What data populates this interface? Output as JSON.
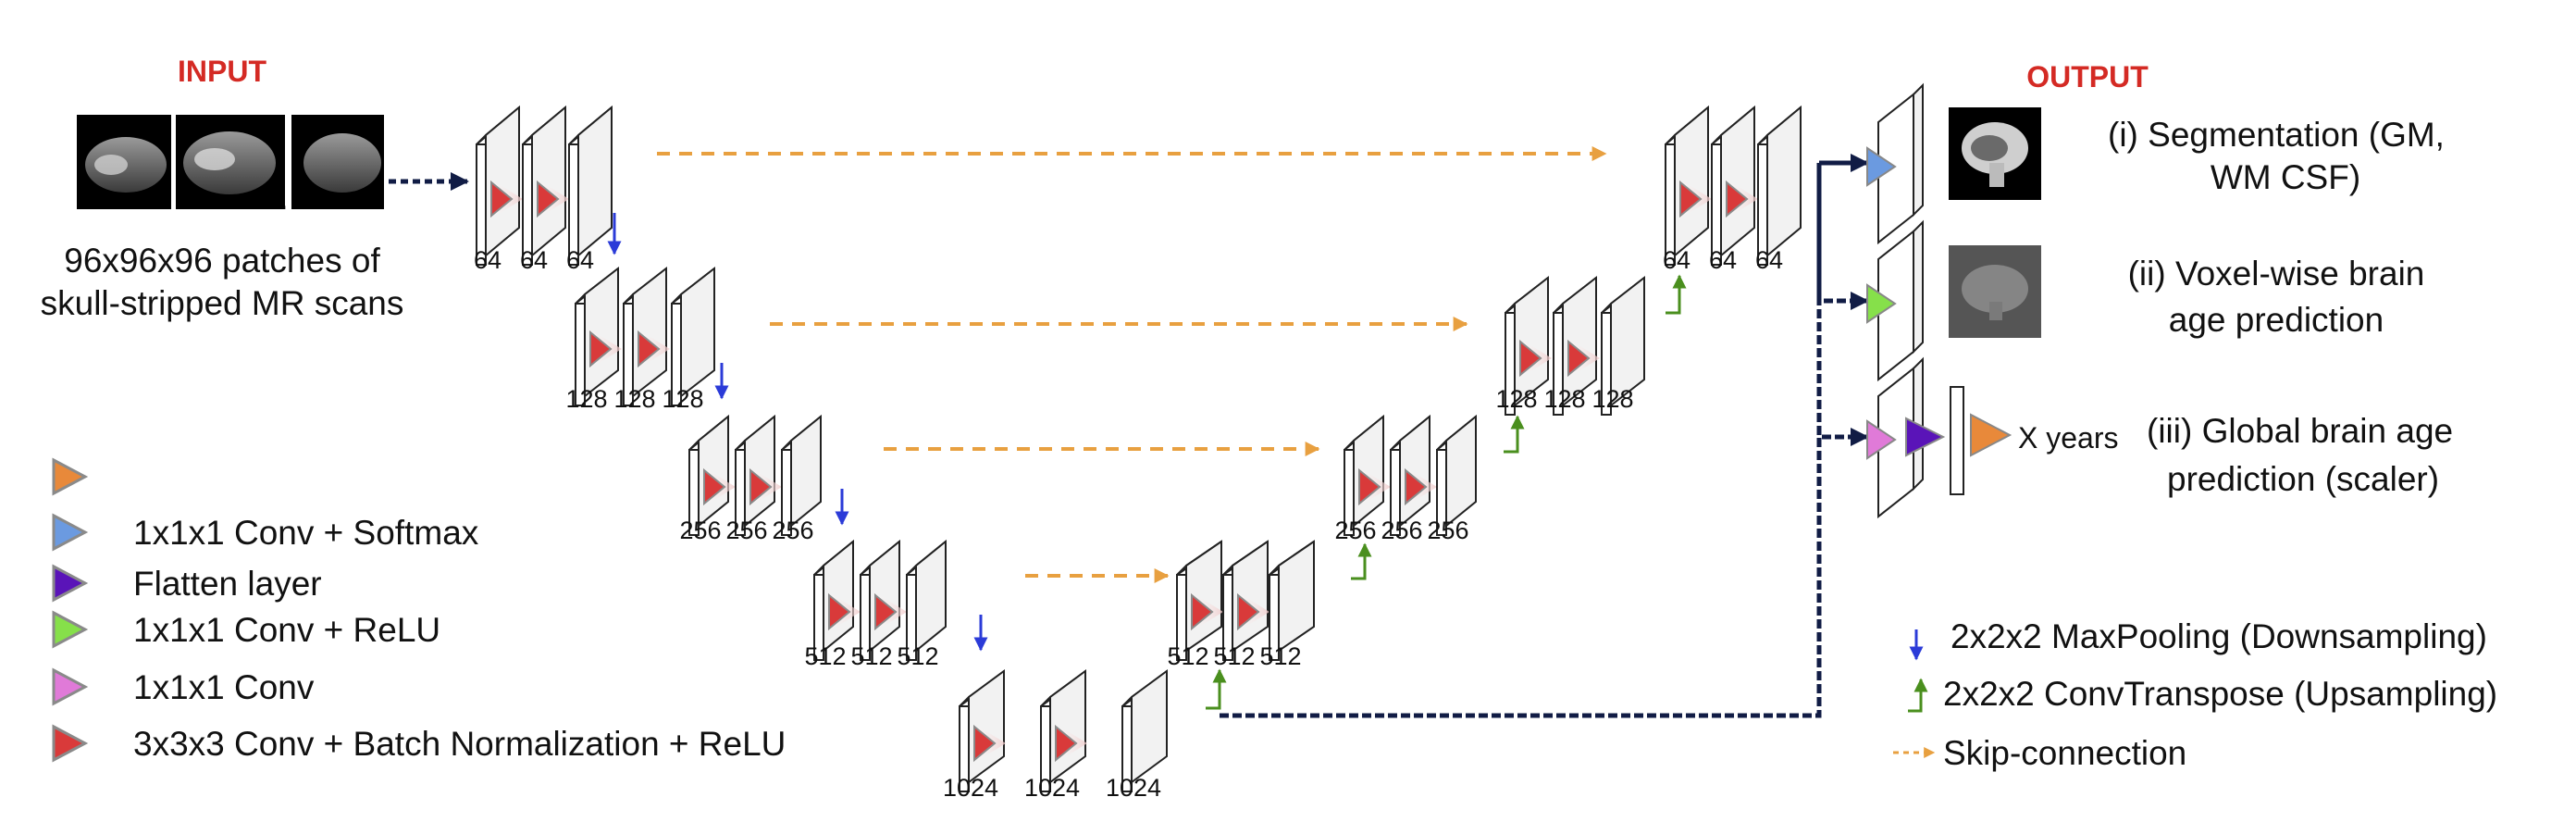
{
  "input": {
    "title": "INPUT",
    "description_line1": "96x96x96 patches of",
    "description_line2": "skull-stripped MR scans"
  },
  "output": {
    "title": "OUTPUT",
    "seg_line1": "(i) Segmentation (GM,",
    "seg_line2": "WM CSF)",
    "voxel_line1": "(ii) Voxel-wise brain",
    "voxel_line2": "age prediction",
    "global_line1": "(iii) Global brain age",
    "global_line2": "prediction (scaler)",
    "x_years": "X years"
  },
  "channels": {
    "enc1": [
      "64",
      "64",
      "64"
    ],
    "enc2": [
      "128",
      "128",
      "128"
    ],
    "enc3": [
      "256",
      "256",
      "256"
    ],
    "enc4": [
      "512",
      "512",
      "512"
    ],
    "bottleneck": [
      "1024",
      "1024",
      "1024"
    ],
    "dec4": [
      "512",
      "512",
      "512"
    ],
    "dec3": [
      "256",
      "256",
      "256"
    ],
    "dec2": [
      "128",
      "128",
      "128"
    ],
    "dec1": [
      "64",
      "64",
      "64"
    ]
  },
  "legend_left": {
    "items": [
      {
        "label": "",
        "color": "#e8893a"
      },
      {
        "label": "1x1x1 Conv +  Softmax",
        "color": "#6b9ae0"
      },
      {
        "label": "Flatten layer",
        "color": "#5a14b8"
      },
      {
        "label": "1x1x1 Conv +  ReLU",
        "color": "#86e04a"
      },
      {
        "label": "1x1x1 Conv",
        "color": "#e07ad8"
      },
      {
        "label": "3x3x3 Conv + Batch Normalization + ReLU",
        "color": "#d93a3a"
      }
    ]
  },
  "legend_right": {
    "maxpool": "2x2x2 MaxPooling (Downsampling)",
    "convtranspose": "2x2x2 ConvTranspose (Upsampling)",
    "skip": "Skip-connection"
  },
  "colors": {
    "title_red": "#d42a24",
    "skip_orange": "#e8a040",
    "down_blue": "#2b3bd8",
    "up_green": "#4a8f1e",
    "path_navy": "#111c45",
    "conv_red": "#d93a3a"
  }
}
